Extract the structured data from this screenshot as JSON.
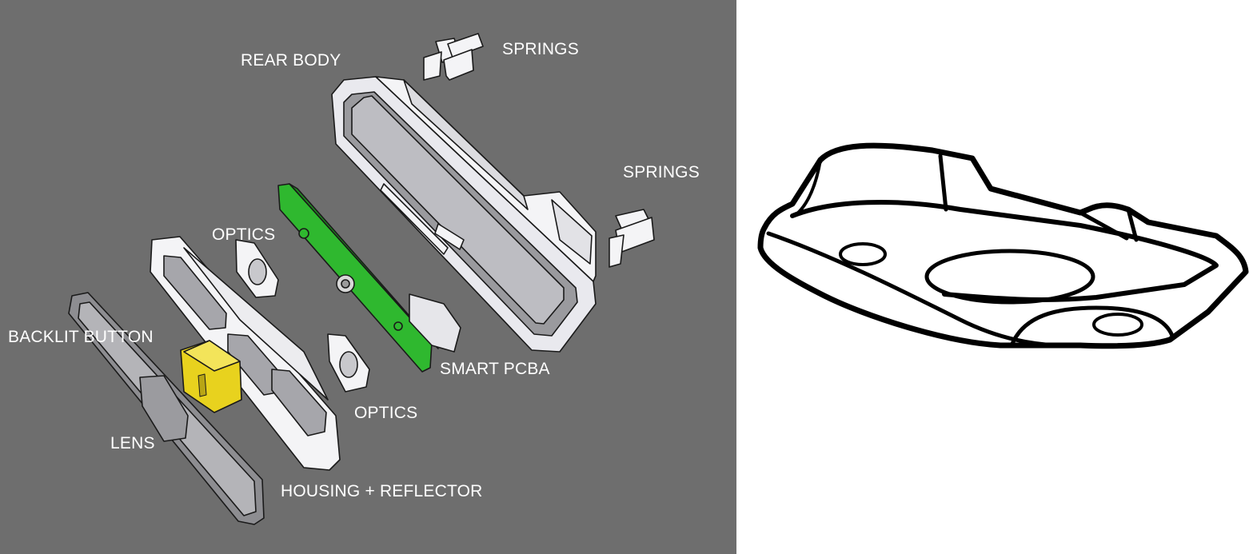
{
  "exploded_view": {
    "background": "#6e6e6e",
    "labels": {
      "rear_body": "REAR BODY",
      "springs_top": "SPRINGS",
      "springs_right": "SPRINGS",
      "optics_upper": "OPTICS",
      "optics_lower": "OPTICS",
      "backlit_button": "BACKLIT  BUTTON",
      "smart_pcba": "SMART PCBA",
      "lens": "LENS",
      "housing_reflector": "HOUSING + REFLECTOR"
    },
    "part_colors": {
      "pcba": "#2fb82f",
      "backlit_button": "#e8d21e",
      "parts": "#f4f4f6",
      "outline": "#1a1a1a"
    }
  },
  "bracket_view": {
    "background": "#ffffff",
    "stroke": "#000000"
  }
}
